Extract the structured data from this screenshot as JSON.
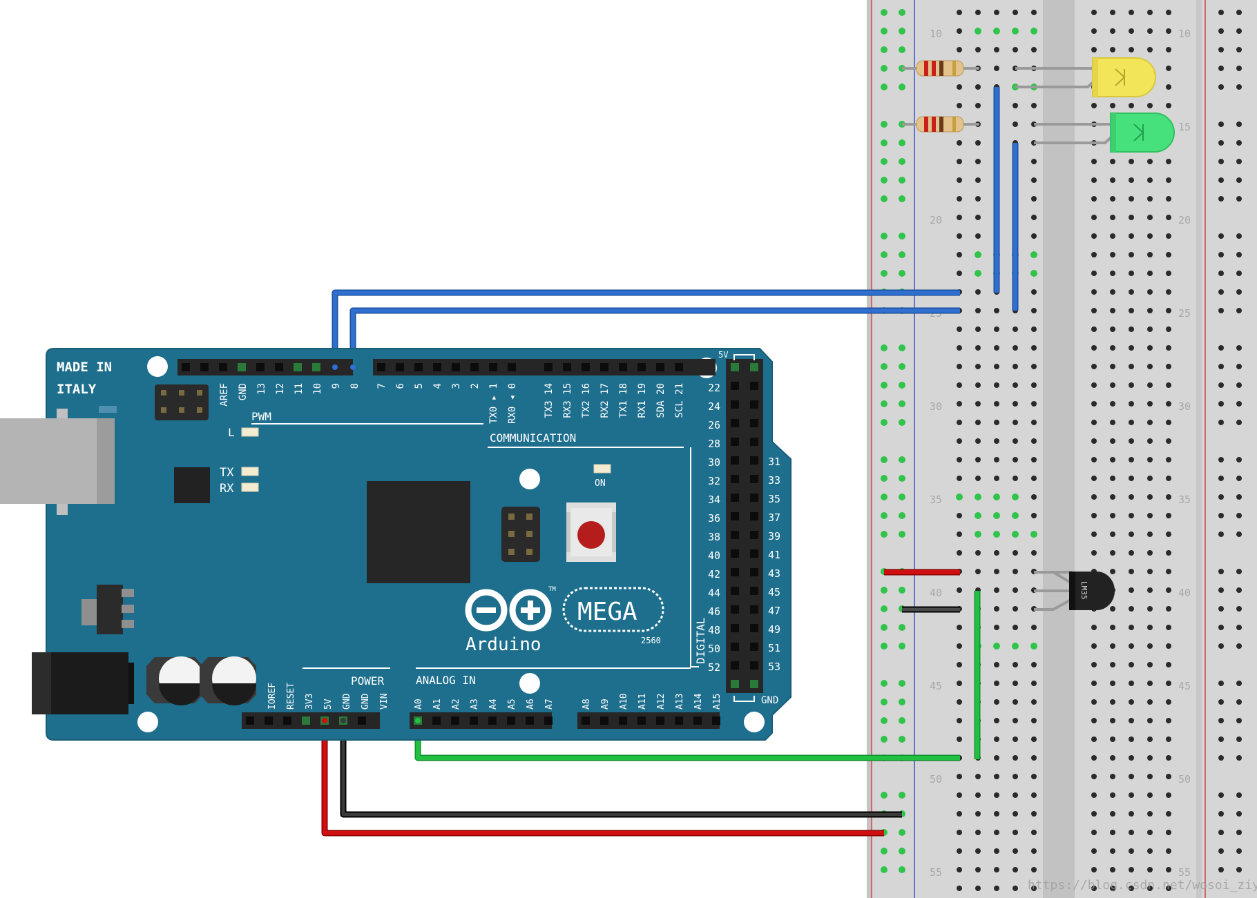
{
  "board": {
    "made_in": "MADE IN",
    "country": "ITALY",
    "pwm": "PWM",
    "communication": "COMMUNICATION",
    "digital": "DIGITAL",
    "power": "POWER",
    "analog_in": "ANALOG IN",
    "brand": "Arduino",
    "model": "MEGA",
    "chip": "2560",
    "tm": "TM",
    "led_l": "L",
    "led_tx": "TX",
    "led_rx": "RX",
    "led_on": "ON",
    "label_5v": "5V",
    "label_gnd": "GND",
    "pins_top_pwm": [
      "AREF",
      "GND",
      "13",
      "12",
      "11",
      "10",
      "9",
      "8"
    ],
    "pins_top_mid": [
      "7",
      "6",
      "5",
      "4",
      "3",
      "2",
      "TX0 ▸ 1",
      "RX0 ◂ 0"
    ],
    "pins_top_comm": [
      "TX3 14",
      "RX3 15",
      "TX2 16",
      "RX2 17",
      "TX1 18",
      "RX1 19",
      "SDA 20",
      "SCL 21"
    ],
    "pins_right_even": [
      "22",
      "24",
      "26",
      "28",
      "30",
      "32",
      "34",
      "36",
      "38",
      "40",
      "42",
      "44",
      "46",
      "48",
      "50",
      "52"
    ],
    "pins_right_odd": [
      "31",
      "33",
      "35",
      "37",
      "39",
      "41",
      "43",
      "45",
      "47",
      "49",
      "51",
      "53"
    ],
    "pins_power": [
      "IOREF",
      "RESET",
      "3V3",
      "5V",
      "GND",
      "GND",
      "VIN"
    ],
    "pins_analog_a": [
      "A0",
      "A1",
      "A2",
      "A3",
      "A4",
      "A5",
      "A6",
      "A7"
    ],
    "pins_analog_b": [
      "A8",
      "A9",
      "A10",
      "A11",
      "A12",
      "A13",
      "A14",
      "A15"
    ]
  },
  "breadboard": {
    "row_numbers": [
      "10",
      "15",
      "20",
      "25",
      "30",
      "35",
      "40",
      "45",
      "50",
      "55"
    ]
  },
  "sensor": {
    "label": "LM35"
  },
  "watermark": "https://blog.csdn.net/wosoi_ziyu",
  "colors": {
    "board": "#1e6f8e",
    "blue_wire": "#2e6fd0",
    "red_wire": "#d01010",
    "black_wire": "#1a1a1a",
    "green_wire": "#22c040",
    "yellow_led": "#f3e55a",
    "green_led": "#46e07c"
  }
}
